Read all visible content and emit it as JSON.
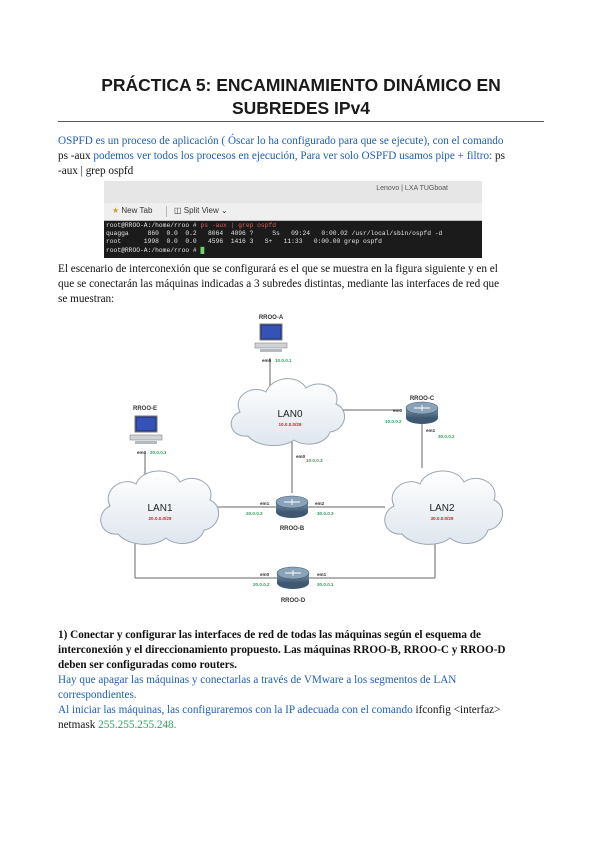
{
  "title_line1": "PRÁCTICA 5: ENCAMINAMIENTO DINÁMICO EN",
  "title_line2": "SUBREDES IPv4",
  "intro": {
    "t1": "OSPFD es un proceso de aplicación ( Óscar lo ha configurado para que se ejecute), con el comando",
    "t2": "ps -aux",
    "t3": " podemos ver todos los procesos en ejecución, Para ver solo OSPFD usamos pipe + filtro: ",
    "t4": "ps",
    "t5": "-aux | grep ospfd"
  },
  "screenshot": {
    "brand": "Lenovo | LXA TUGboat",
    "new_tab": "New Tab",
    "split_view": "Split View",
    "line1_prompt": "root@RROO-A:/home/rroo # ",
    "line1_cmd": "ps -aux | grep ospfd",
    "line2": "quagga     860  0.0  0.2   8064  4096 ?     Ss   09:24   0:00.02 /usr/local/sbin/ospfd -d",
    "line3": "root      1998  0.0  0.0   4596  1416 3   S+   11:33   0:00.00 grep ospfd",
    "line4": "root@RROO-A:/home/rroo # "
  },
  "escenario": {
    "l1": "El escenario de interconexión que se configurará es el que se muestra en la figura siguiente y en el",
    "l2": "que se conectarán las máquinas indicadas a 3 subredes distintas, mediante las interfaces de red que",
    "l3": "se muestran:"
  },
  "diagram": {
    "rroo_a": {
      "name": "RROO-A",
      "iface": "em0",
      "ip": "10.0.0.1"
    },
    "rroo_e": {
      "name": "RROO-E",
      "iface": "em0",
      "ip": "20.0.0.1"
    },
    "rroo_c": {
      "name": "RROO-C",
      "if0": "em0",
      "ip0": "10.0.0.2",
      "if1": "em1",
      "ip1": "30.0.0.2"
    },
    "rroo_b": {
      "name": "RROO-B",
      "if0": "em0",
      "ip0": "10.0.0.3",
      "if1": "em1",
      "ip1": "20.0.0.3",
      "if2": "em2",
      "ip2": "30.0.0.3"
    },
    "rroo_d": {
      "name": "RROO-D",
      "if0": "em0",
      "ip0": "20.0.0.2",
      "if1": "em1",
      "ip1": "30.0.0.1"
    },
    "lan0": {
      "name": "LAN0",
      "net": "10.0.0.0/29"
    },
    "lan1": {
      "name": "LAN1",
      "net": "20.0.0.0/29"
    },
    "lan2": {
      "name": "LAN2",
      "net": "30.0.0.0/29"
    },
    "colors": {
      "cloud": "#ffffff",
      "net_label": "#d2232a",
      "ip_label": "#2e9e5e"
    }
  },
  "task1": {
    "l1": "1) Conectar y configurar las interfaces de red de todas las máquinas según el esquema de",
    "l2": "interconexión y el direccionamiento propuesto. Las máquinas RROO-B, RROO-C y RROO-D",
    "l3": "deben ser configuradas como routers."
  },
  "answer": {
    "l1": "Hay que apagar las máquinas y conectarlas a través de VMware a los segmentos de LAN",
    "l2": "correspondientes.",
    "l3a": "Al iniciar las máquinas, las configuraremos con la IP adecuada con el comando ",
    "l3b": "ifconfig <interfaz>",
    "l4a": "netmask ",
    "l4b": "255.255.255.248."
  }
}
